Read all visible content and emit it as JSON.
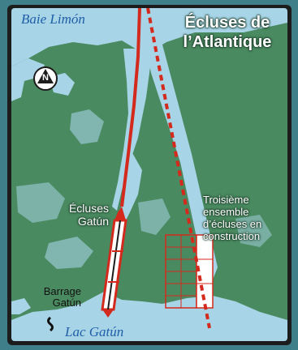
{
  "map": {
    "title_line1": "Écluses de",
    "title_line2": "l’Atlantique",
    "water_top_label": "Baie Limón",
    "water_bottom_label": "Lac Gatún",
    "locks_existing_line1": "Écluses",
    "locks_existing_line2": "Gatún",
    "locks_new_line1": "Troisième",
    "locks_new_line2": "ensemble",
    "locks_new_line3": "d’écluses en",
    "locks_new_line4": "construction",
    "dam_line1": "Barrage",
    "dam_line2": "Gatún",
    "compass_letter": "N",
    "colors": {
      "land": "#4a8a60",
      "water": "#a7d4e6",
      "existing_canal": "#d42a1e",
      "new_canal": "#d42a1e",
      "frame": "#1c1c1c",
      "outer_background": "#3f7f8a"
    }
  }
}
